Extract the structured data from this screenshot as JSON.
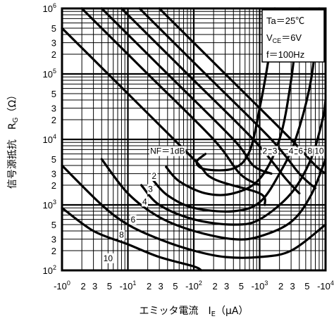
{
  "chart_data": {
    "type": "line",
    "scale": {
      "x": "log",
      "y": "log"
    },
    "xlim": [
      -1,
      -10000
    ],
    "ylim": [
      100,
      1000000
    ],
    "xlabel": "エミッタ電流　I_E（μA）",
    "ylabel": "信号源抵抗　R_G（Ω）",
    "grid": true,
    "x_decades": [
      {
        "label": "-10",
        "sup": "0"
      },
      {
        "label": "-10",
        "sup": "1"
      },
      {
        "label": "-10",
        "sup": "2"
      },
      {
        "label": "-10",
        "sup": "3"
      },
      {
        "label": "-10",
        "sup": "4"
      }
    ],
    "y_decades": [
      {
        "label": "10",
        "sup": "2"
      },
      {
        "label": "10",
        "sup": "3"
      },
      {
        "label": "10",
        "sup": "4"
      },
      {
        "label": "10",
        "sup": "5"
      },
      {
        "label": "10",
        "sup": "6"
      }
    ],
    "minor_labels": [
      "2",
      "3",
      "5"
    ],
    "conditions": [
      "Ta＝25℃",
      "V_CE＝6V",
      "f＝100Hz"
    ],
    "series": [
      {
        "name": "NF=1dB",
        "label": "NF＝1dB",
        "points": [
          [
            -150,
            6000
          ],
          [
            -110,
            4500
          ],
          [
            -150,
            3500
          ],
          [
            -400,
            3600
          ],
          [
            -700,
            6500
          ],
          [
            -1000,
            30000
          ],
          [
            -1400,
            200000
          ],
          [
            -1700,
            1000000
          ]
        ]
      },
      {
        "name": "2",
        "label": "2",
        "points": [
          [
            -38,
            3800
          ],
          [
            -60,
            2300
          ],
          [
            -150,
            1500
          ],
          [
            -400,
            1500
          ],
          [
            -1000,
            2500
          ],
          [
            -2000,
            10000
          ],
          [
            -3000,
            80000
          ],
          [
            -4000,
            1000000
          ]
        ]
      },
      {
        "name": "3",
        "label": "3",
        "points": [
          [
            -24,
            2400
          ],
          [
            -40,
            1400
          ],
          [
            -100,
            900
          ],
          [
            -400,
            800
          ],
          [
            -1000,
            1100
          ],
          [
            -2000,
            3000
          ],
          [
            -3500,
            10000
          ],
          [
            -6000,
            80000
          ],
          [
            -8000,
            1000000
          ]
        ]
      },
      {
        "name": "4",
        "label": "4",
        "points": [
          [
            -16,
            2000
          ],
          [
            -30,
            1000
          ],
          [
            -100,
            600
          ],
          [
            -400,
            500
          ],
          [
            -1000,
            600
          ],
          [
            -3000,
            1500
          ],
          [
            -6000,
            5000
          ],
          [
            -9000,
            20000
          ],
          [
            -10000,
            40000
          ]
        ]
      },
      {
        "name": "6",
        "label": "6",
        "points": [
          [
            -4,
            5000
          ],
          [
            -10,
            1500
          ],
          [
            -30,
            650
          ],
          [
            -100,
            400
          ],
          [
            -400,
            300
          ],
          [
            -1000,
            330
          ],
          [
            -3000,
            550
          ],
          [
            -6000,
            1400
          ],
          [
            -10000,
            5000
          ]
        ]
      },
      {
        "name": "8",
        "label": "8",
        "points": [
          [
            -1,
            4000
          ],
          [
            -4,
            1000
          ],
          [
            -10,
            500
          ],
          [
            -30,
            300
          ],
          [
            -100,
            200
          ],
          [
            -300,
            160
          ],
          [
            -1000,
            160
          ],
          [
            -3000,
            200
          ],
          [
            -10000,
            500
          ]
        ]
      },
      {
        "name": "10",
        "label": "10",
        "points": [
          [
            -1,
            900
          ],
          [
            -3,
            400
          ],
          [
            -10,
            250
          ],
          [
            -30,
            160
          ],
          [
            -100,
            115
          ],
          [
            -130,
            100
          ]
        ]
      },
      {
        "name": "upper-2",
        "label": "2",
        "points": [
          [
            -1,
            500000
          ],
          [
            -10,
            50000
          ],
          [
            -100,
            5000
          ],
          [
            -200,
            2500
          ],
          [
            -1000,
            1500
          ],
          [
            -1200,
            1000
          ]
        ]
      },
      {
        "name": "upper-3",
        "label": "3",
        "points": [
          [
            -2,
            1000000
          ],
          [
            -20,
            100000
          ],
          [
            -200,
            10000
          ],
          [
            -500,
            3000
          ],
          [
            -1000,
            2000
          ]
        ]
      },
      {
        "name": "upper-4",
        "label": "4",
        "points": [
          [
            -4,
            1000000
          ],
          [
            -40,
            100000
          ],
          [
            -400,
            10000
          ],
          [
            -800,
            4000
          ],
          [
            -1500,
            3000
          ]
        ]
      },
      {
        "name": "upper-6",
        "label": "6",
        "points": [
          [
            -8,
            1000000
          ],
          [
            -80,
            100000
          ],
          [
            -800,
            10000
          ],
          [
            -2500,
            2500
          ],
          [
            -4000,
            1500
          ]
        ]
      },
      {
        "name": "upper-8",
        "label": "8",
        "points": [
          [
            -15,
            1000000
          ],
          [
            -150,
            100000
          ],
          [
            -1500,
            10000
          ],
          [
            -4000,
            3000
          ],
          [
            -7000,
            1800
          ]
        ]
      },
      {
        "name": "upper-10",
        "label": "10",
        "points": [
          [
            -30,
            1000000
          ],
          [
            -300,
            100000
          ],
          [
            -3000,
            10000
          ],
          [
            -7000,
            4000
          ],
          [
            -10000,
            3000
          ]
        ]
      }
    ],
    "label_positions": [
      {
        "text": "NF＝1dB",
        "x": -40,
        "y": 6500
      },
      {
        "text": "2",
        "x": -1200,
        "y": 6500
      },
      {
        "text": "3",
        "x": -1700,
        "y": 6500
      },
      {
        "text": "4",
        "x": -3000,
        "y": 6500
      },
      {
        "text": "6",
        "x": -4200,
        "y": 6500
      },
      {
        "text": "8",
        "x": -5800,
        "y": 6500
      },
      {
        "text": "10",
        "x": -8000,
        "y": 6500
      },
      {
        "text": "2",
        "x": -25,
        "y": 2700
      },
      {
        "text": "3",
        "x": -22,
        "y": 1700
      },
      {
        "text": "4",
        "x": -18,
        "y": 1100
      },
      {
        "text": "6",
        "x": -12,
        "y": 580
      },
      {
        "text": "8",
        "x": -8,
        "y": 340
      },
      {
        "text": "10",
        "x": -5,
        "y": 150
      }
    ]
  }
}
